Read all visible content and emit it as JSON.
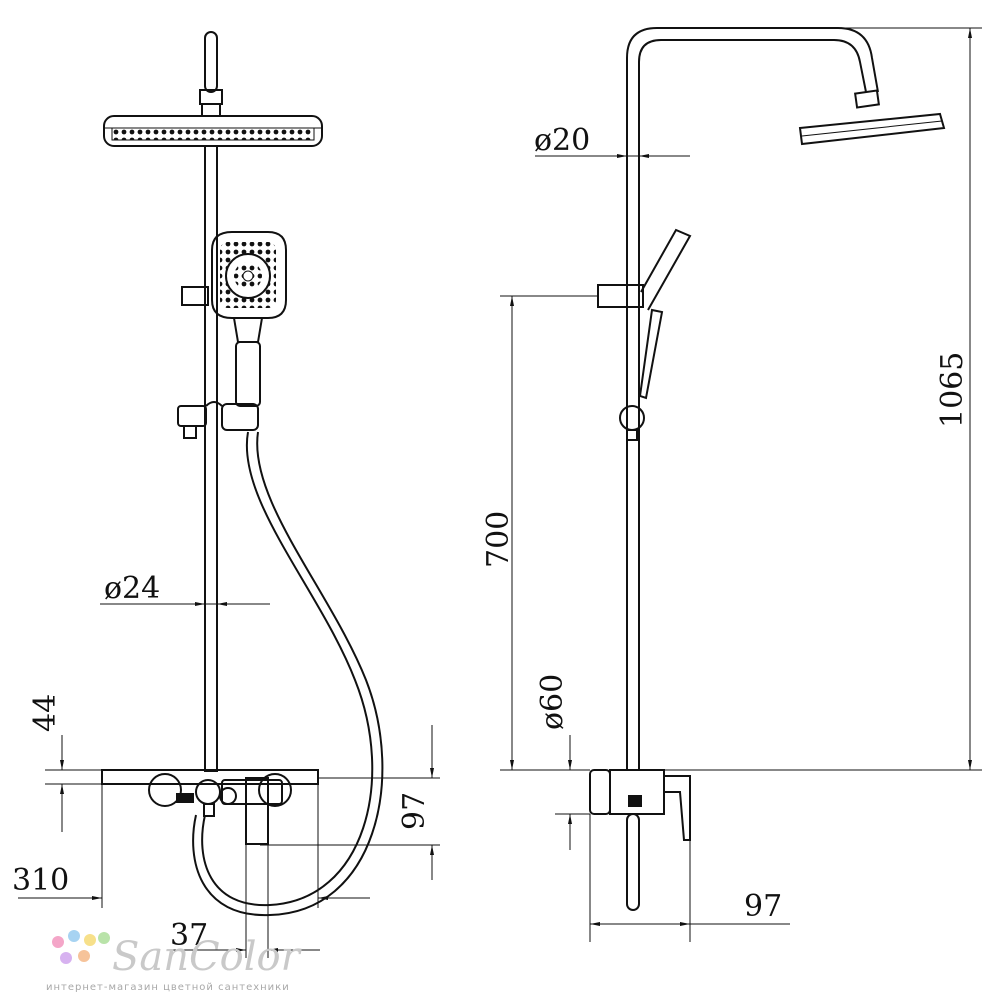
{
  "dimensions": {
    "front_pipe_diameter": "ø24",
    "front_top_offset": "44",
    "front_mixer_height": "97",
    "front_width": "310",
    "front_spout": "37",
    "side_pipe_diameter": "ø20",
    "side_slide_height": "700",
    "side_total_height": "1065",
    "side_body_diameter": "ø60",
    "side_depth": "97"
  },
  "logo": {
    "brand": "SanColor",
    "tagline": "интернет-магазин цветной сантехники",
    "dot_colors": [
      "#f4a6c8",
      "#a7d3f2",
      "#f7e08a",
      "#b9e3a9",
      "#d7b2f0",
      "#f6c39a"
    ]
  }
}
